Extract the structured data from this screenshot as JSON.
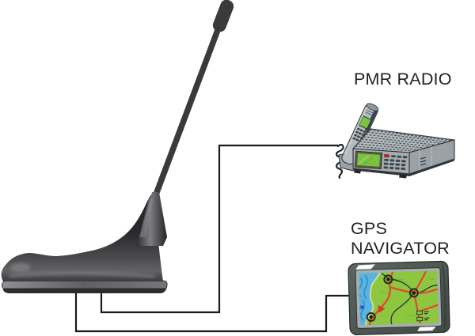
{
  "diagram": {
    "background": "#ffffff",
    "labels": {
      "pmr_radio": "PMR RADIO",
      "gps_line1": "GPS",
      "gps_line2": "NAVIGATOR"
    },
    "colors": {
      "label_text": "#231f20",
      "wire": "#1a1a1a",
      "antenna_body": "#3a3a3c",
      "radio_body_gray": "#b4bcc0",
      "screen_green": "#7cc142",
      "led_red": "#cf1f1f",
      "handset_stripe_navy": "#37415c",
      "gps_bezel_green_gray": "#4d574f",
      "gps_water_blue": "#5ab4e0",
      "gps_land_green": "#8dc63f",
      "gps_road_red": "#e2472e",
      "gps_road_black": "#1f2937"
    },
    "components": {
      "antenna": "roof-mount-combined-antenna",
      "radio": "pmr-mobile-transceiver-with-handset",
      "gps": "gps-navigator-map-display"
    }
  }
}
